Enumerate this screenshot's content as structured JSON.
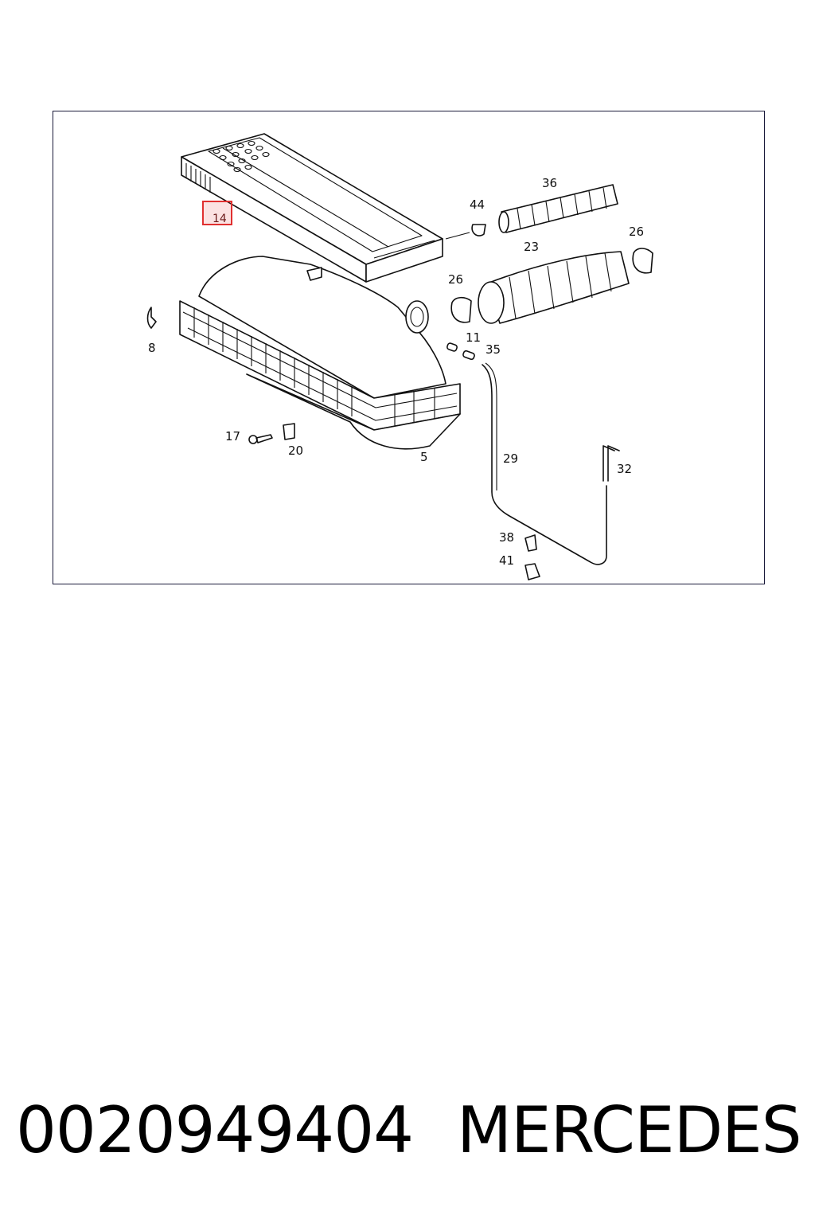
{
  "diagram": {
    "callouts": {
      "c5": "5",
      "c8": "8",
      "c11": "11",
      "c14": "14",
      "c17": "17",
      "c20": "20",
      "c23": "23",
      "c26a": "26",
      "c26b": "26",
      "c29": "29",
      "c32": "32",
      "c35": "35",
      "c36": "36",
      "c38": "38",
      "c41": "41",
      "c44": "44"
    },
    "highlighted_callout": "14",
    "highlight_color": "#e03030"
  },
  "footer": {
    "part_number": "0020949404",
    "brand": "MERCEDES"
  }
}
